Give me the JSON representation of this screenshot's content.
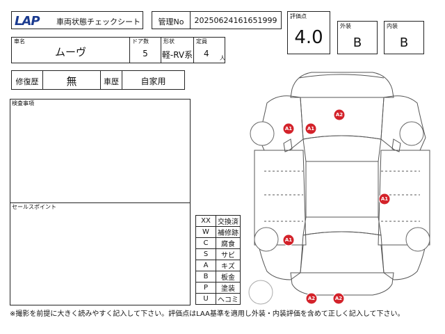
{
  "header": {
    "logo_text": "LAP",
    "title": "車両状態チェックシート",
    "management_label": "管理No",
    "management_no": "20250624161651999"
  },
  "grade": {
    "score_label": "評価点",
    "score": "4.0",
    "exterior_label": "外装",
    "exterior": "B",
    "interior_label": "内装",
    "interior": "B"
  },
  "vehicle": {
    "name_label": "車名",
    "name": "ムーヴ",
    "doors_label": "ドア数",
    "doors": "5",
    "body_label": "形状",
    "body": "軽-RV系",
    "capacity_label": "定員",
    "capacity": "4",
    "capacity_unit": "人",
    "repair_label": "修復歴",
    "repair": "無",
    "history_label": "車歴",
    "history": "自家用"
  },
  "sections": {
    "inspection_label": "検査事項",
    "sales_label": "セールスポイント"
  },
  "legend": [
    {
      "code": "XX",
      "meaning": "交換済"
    },
    {
      "code": "W",
      "meaning": "補修跡"
    },
    {
      "code": "C",
      "meaning": "腐食"
    },
    {
      "code": "S",
      "meaning": "サビ"
    },
    {
      "code": "A",
      "meaning": "キズ"
    },
    {
      "code": "B",
      "meaning": "板金"
    },
    {
      "code": "P",
      "meaning": "塗装"
    },
    {
      "code": "U",
      "meaning": "ヘコミ"
    }
  ],
  "damage_marks": [
    "A2",
    "A1",
    "A1",
    "A1",
    "A1",
    "A2",
    "A2"
  ],
  "footnote": "※撮影を前提に大きく読みやすく記入して下さい。評価点はLAA基準を適用し外装・内装評価を含めて正しく記入して下さい。",
  "colors": {
    "logo": "#1a3a8f",
    "mark": "#d3222a"
  }
}
